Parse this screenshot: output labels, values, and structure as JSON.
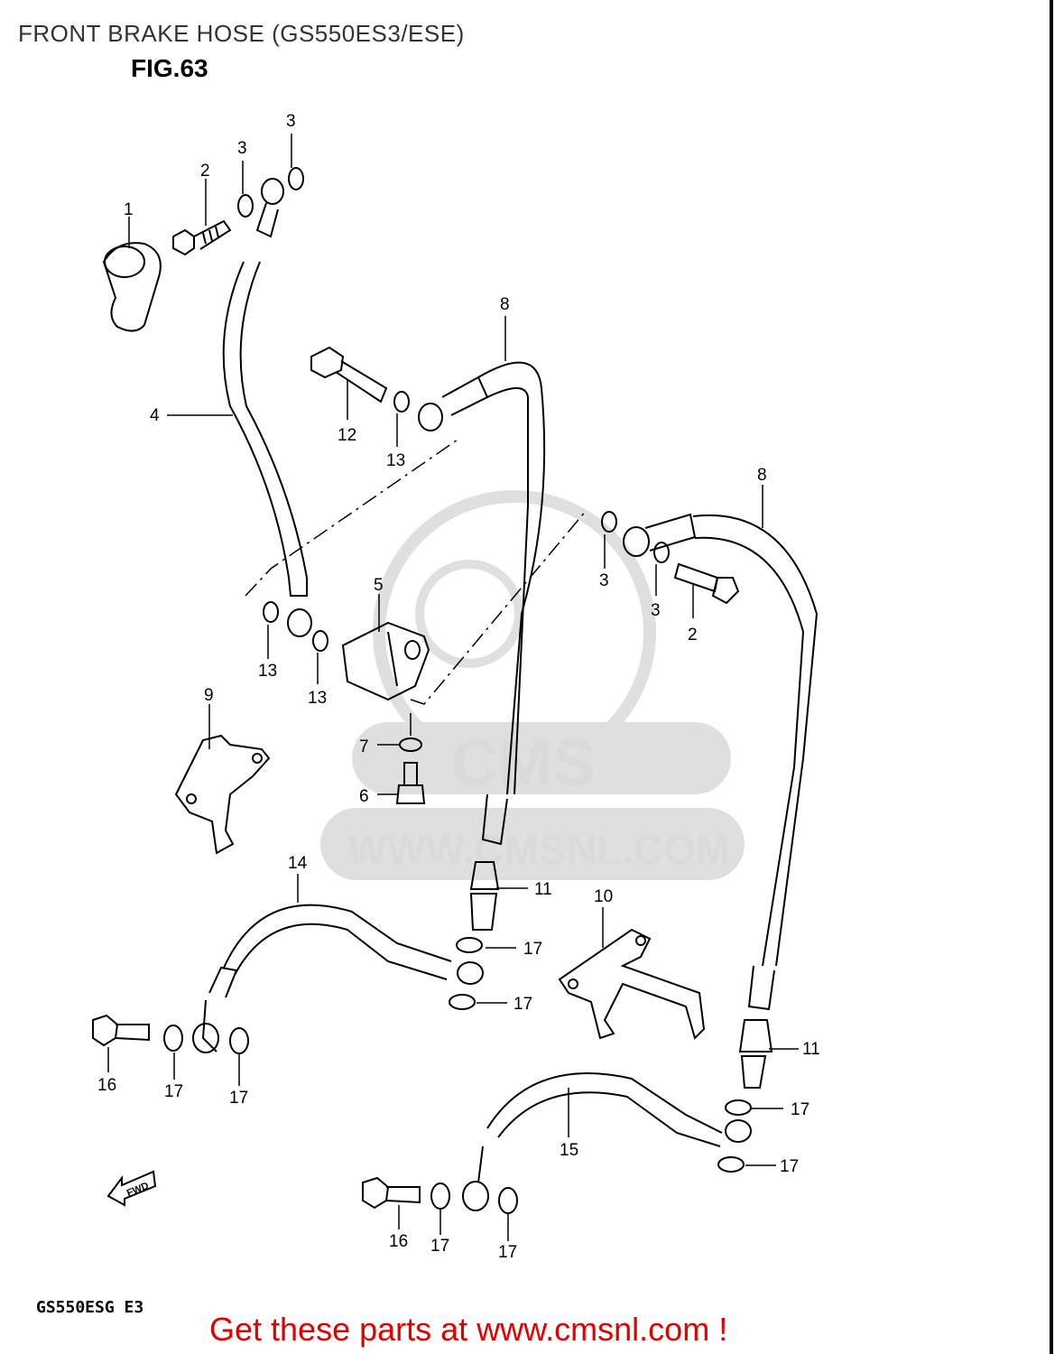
{
  "title": "FRONT BRAKE HOSE (GS550ES3/ESE)",
  "figure": "FIG.63",
  "model_code": "GS550ESG  E3",
  "call_to_action": "Get these parts at www.cmsnl.com !",
  "watermark": {
    "brand": "CMS",
    "url": "WWW.CMSNL.COM"
  },
  "fwd_arrow_text": "FWD",
  "colors": {
    "cta": "#e00000",
    "line": "#000000",
    "watermark": "#d6d6d6"
  },
  "callouts": {
    "c1": "1",
    "c2a": "2",
    "c2b": "2",
    "c3a": "3",
    "c3b": "3",
    "c3c": "3",
    "c3d": "3",
    "c4": "4",
    "c5": "5",
    "c6": "6",
    "c7": "7",
    "c8a": "8",
    "c8b": "8",
    "c9": "9",
    "c10": "10",
    "c11a": "11",
    "c11b": "11",
    "c12": "12",
    "c13a": "13",
    "c13b": "13",
    "c13c": "13",
    "c14": "14",
    "c15": "15",
    "c16a": "16",
    "c16b": "16",
    "c17a": "17",
    "c17b": "17",
    "c17c": "17",
    "c17d": "17",
    "c17e": "17",
    "c17f": "17",
    "c17g": "17",
    "c17h": "17"
  }
}
